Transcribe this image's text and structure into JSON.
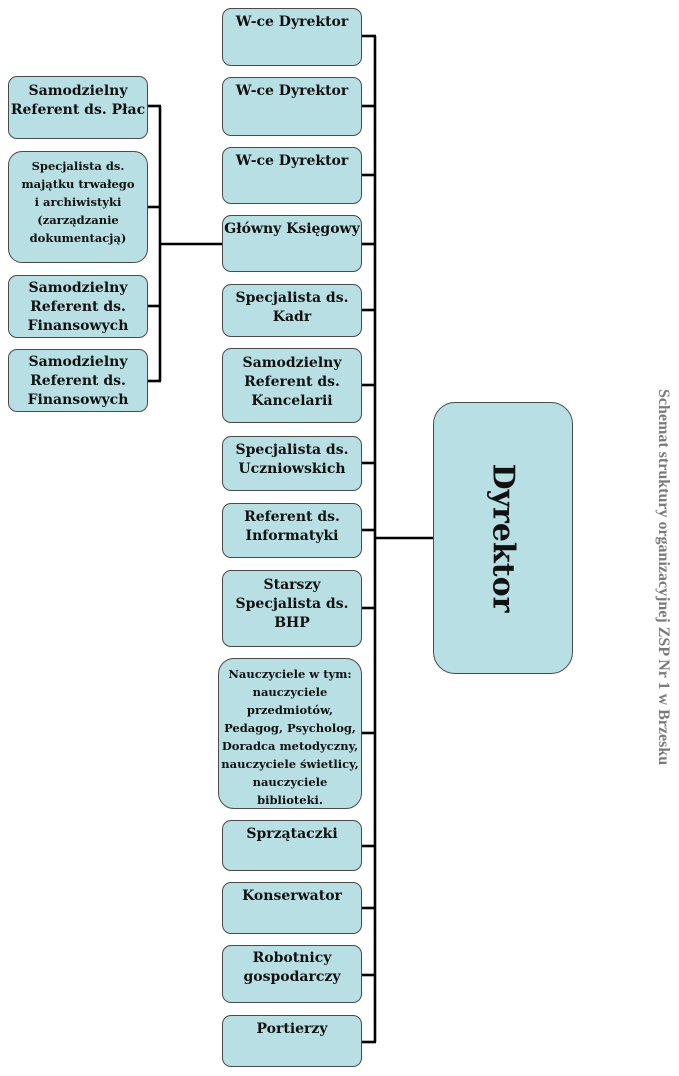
{
  "title": "Schemat struktury organizacyjnej  ZSP Nr 1 w Brzesku",
  "director": "Dyrektor",
  "center_boxes": [
    [
      "W-ce Dyrektor"
    ],
    [
      "W-ce Dyrektor"
    ],
    [
      "W-ce Dyrektor"
    ],
    [
      "Główny Księgowy"
    ],
    [
      "Specjalista ds.",
      "Kadr"
    ],
    [
      "Samodzielny",
      "Referent ds.",
      "Kancelarii"
    ],
    [
      "Specjalista ds.",
      "Uczniowskich"
    ],
    [
      "Referent  ds.",
      "Informatyki"
    ],
    [
      "Starszy",
      "Specjalista ds.",
      "BHP"
    ],
    [
      "Nauczyciele w tym:",
      "nauczyciele",
      "przedmiotów,",
      "Pedagog, Psycholog,",
      "Doradca metodyczny,",
      "nauczyciele świetlicy,",
      "nauczyciele",
      "biblioteki."
    ],
    [
      "Sprzątaczki"
    ],
    [
      "Konserwator"
    ],
    [
      "Robotnicy",
      "gospodarczy"
    ],
    [
      "Portierzy"
    ]
  ],
  "left_boxes": [
    [
      "Samodzielny",
      "Referent ds. Płac"
    ],
    [
      "Specjalista ds.",
      "majątku trwałego",
      "i archiwistyki",
      "(zarządzanie",
      "dokumentacją)"
    ],
    [
      "Samodzielny",
      "Referent ds.",
      "Finansowych"
    ],
    [
      "Samodzielny",
      "Referent ds.",
      "Finansowych"
    ]
  ]
}
